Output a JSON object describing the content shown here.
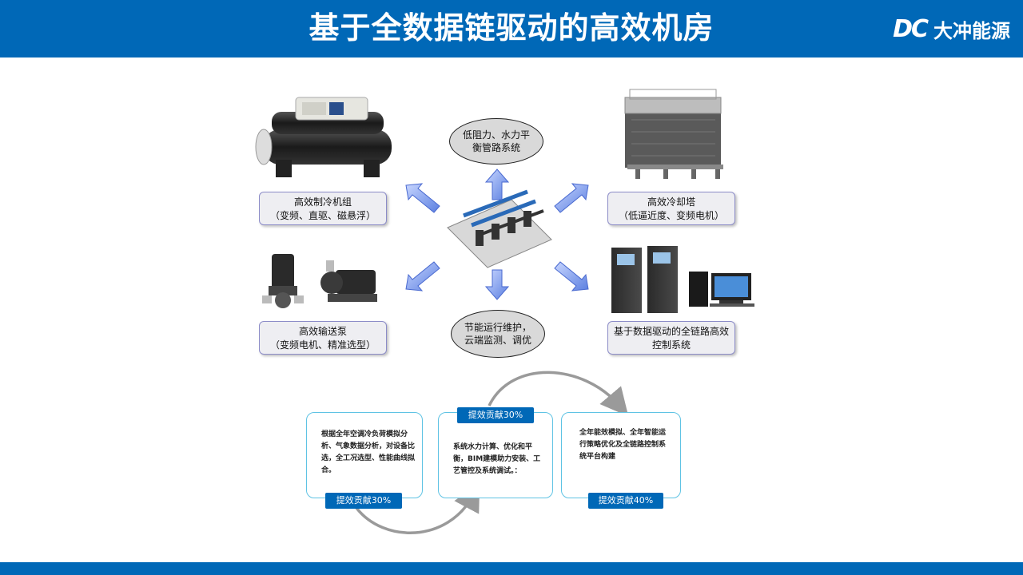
{
  "header": {
    "title": "基于全数据链驱动的高效机房",
    "logo_mark": "DC",
    "logo_text": "大冲能源"
  },
  "diagram": {
    "chiller": {
      "line1": "高效制冷机组",
      "line2": "（变频、直驱、磁悬浮）"
    },
    "tower": {
      "line1": "高效冷却塔",
      "line2": "（低逼近度、变频电机）"
    },
    "pump": {
      "line1": "高效输送泵",
      "line2": "（变频电机、精准选型）"
    },
    "control": {
      "line1": "基于数据驱动的全链路高效",
      "line2": "控制系统"
    },
    "top_ellipse": "低阻力、水力平衡管路系统",
    "bottom_ellipse": "节能运行维护，云端监测、调优"
  },
  "cards": [
    {
      "text": "根据全年空调冷负荷模拟分析、气象数据分析，对设备比选，全工况选型、性能曲线拟合。",
      "badge": "提效贡献30%"
    },
    {
      "text": "系统水力计算、优化和平衡，BIM建模助力安装、工艺管控及系统调试。：",
      "badge": "提效贡献30%"
    },
    {
      "text": "全年能效模拟、全年智能运行策略优化及全链路控制系统平台构建",
      "badge": "提效贡献40%"
    }
  ],
  "colors": {
    "brand_blue": "#0068b7",
    "card_border": "#5fc3e4",
    "arrow_fill": "#6f8fe8"
  }
}
